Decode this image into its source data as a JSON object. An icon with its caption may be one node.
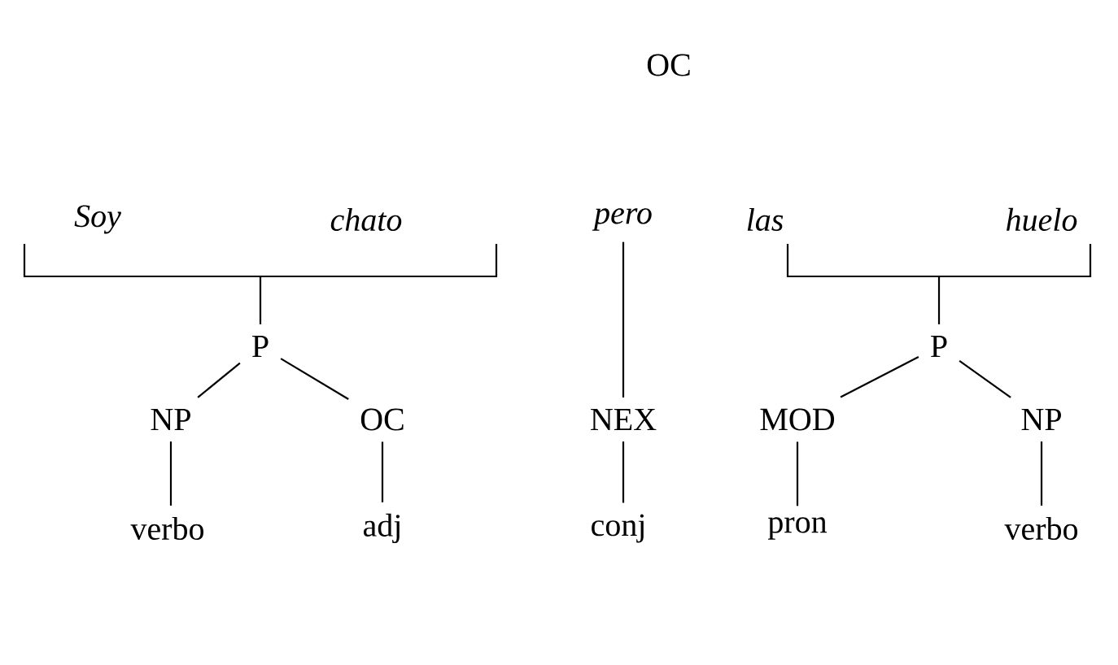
{
  "diagram": {
    "title": "OC",
    "nodes": [
      {
        "text": [
          "*Soy*",
          "*chato*"
        ]
      },
      {
        "text": [
          "*pero*"
        ]
      },
      {
        "text": [
          "*las*",
          "*huelo*"
        ]
      },
      {
        "text": [
          "P"
        ]
      },
      {
        "text": [
          "P"
        ]
      },
      {
        "text": [
          "NP"
        ]
      },
      {
        "text": [
          "OC"
        ]
      },
      {
        "text": [
          "NEX"
        ]
      },
      {
        "text": [
          "MOD"
        ]
      },
      {
        "text": [
          "NP"
        ]
      },
      {
        "text": [
          "verbo"
        ]
      },
      {
        "text": [
          "adj"
        ]
      },
      {
        "text": [
          "conj"
        ]
      },
      {
        "text": [
          "pron"
        ]
      },
      {
        "text": [
          "verbo"
        ]
      }
    ],
    "edges": [
      {
        "from": 0,
        "to": 3,
        "arrow": "none"
      },
      {
        "from": 3,
        "to": 5,
        "arrow": "none"
      },
      {
        "from": 3,
        "to": 6,
        "arrow": "none"
      },
      {
        "from": 1,
        "to": 7,
        "arrow": "none"
      },
      {
        "from": 2,
        "to": 4,
        "arrow": "none"
      },
      {
        "from": 4,
        "to": 8,
        "arrow": "none"
      },
      {
        "from": 4,
        "to": 9,
        "arrow": "none"
      },
      {
        "from": 5,
        "to": 10,
        "arrow": "none"
      },
      {
        "from": 6,
        "to": 11,
        "arrow": "none"
      },
      {
        "from": 7,
        "to": 12,
        "arrow": "none"
      },
      {
        "from": 8,
        "to": 13,
        "arrow": "none"
      },
      {
        "from": 9,
        "to": 14,
        "arrow": "none"
      }
    ]
  }
}
